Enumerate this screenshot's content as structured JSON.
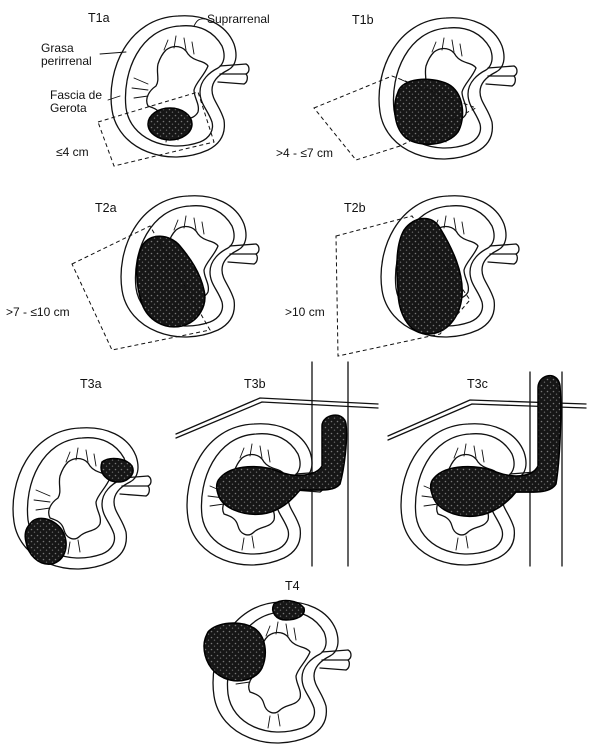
{
  "labels": {
    "suprarrenal": "Suprarrenal",
    "grasa_line1": "Grasa",
    "grasa_line2": "perirrenal",
    "fascia_line1": "Fascia de",
    "fascia_line2": "Gerota"
  },
  "stages": [
    {
      "id": "T1a",
      "title": "T1a",
      "size": "≤4 cm"
    },
    {
      "id": "T1b",
      "title": "T1b",
      "size": ">4 - ≤7 cm"
    },
    {
      "id": "T2a",
      "title": "T2a",
      "size": ">7 - ≤10 cm"
    },
    {
      "id": "T2b",
      "title": "T2b",
      "size": ">10 cm"
    },
    {
      "id": "T3a",
      "title": "T3a",
      "size": ""
    },
    {
      "id": "T3b",
      "title": "T3b",
      "size": ""
    },
    {
      "id": "T3c",
      "title": "T3c",
      "size": ""
    },
    {
      "id": "T4",
      "title": "T4",
      "size": ""
    }
  ],
  "colors": {
    "ink": "#111111",
    "tumor": "#1a1a1a",
    "background": "#ffffff"
  }
}
